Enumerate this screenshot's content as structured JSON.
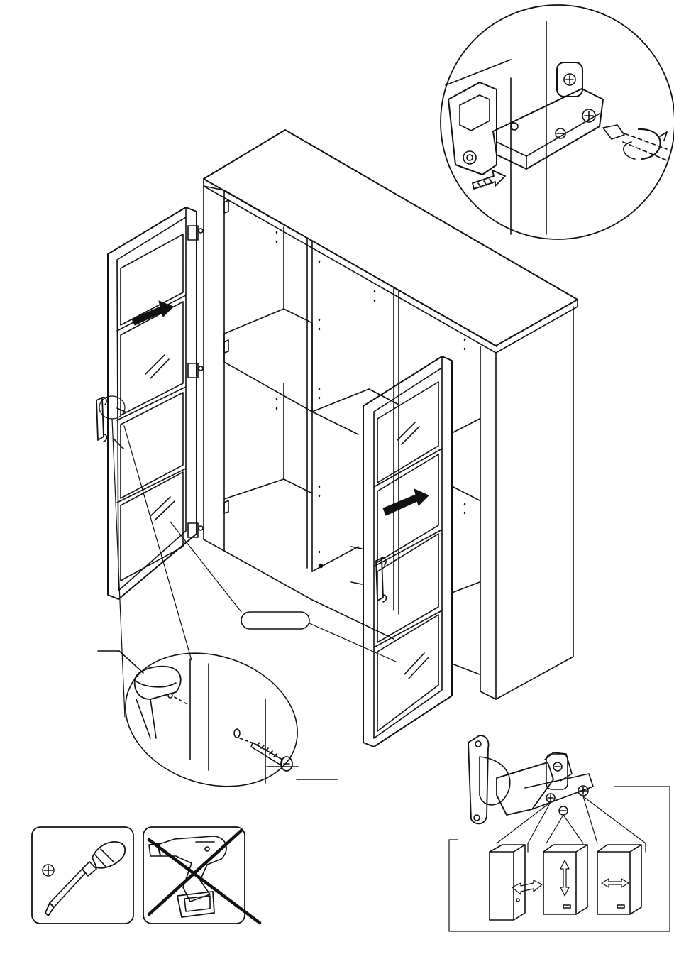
{
  "figure": {
    "type": "assembly-instruction",
    "callout_label": "",
    "tool_box": {
      "allowed_tool": "phillips-screwdriver-icon"
    },
    "forbidden_box": {
      "forbidden_tool": "cordless-drill-icon"
    },
    "hinge_detail": {
      "adjustments": [
        "depth",
        "height",
        "side"
      ]
    },
    "stroke_color": "#111111",
    "background_color": "#ffffff"
  }
}
